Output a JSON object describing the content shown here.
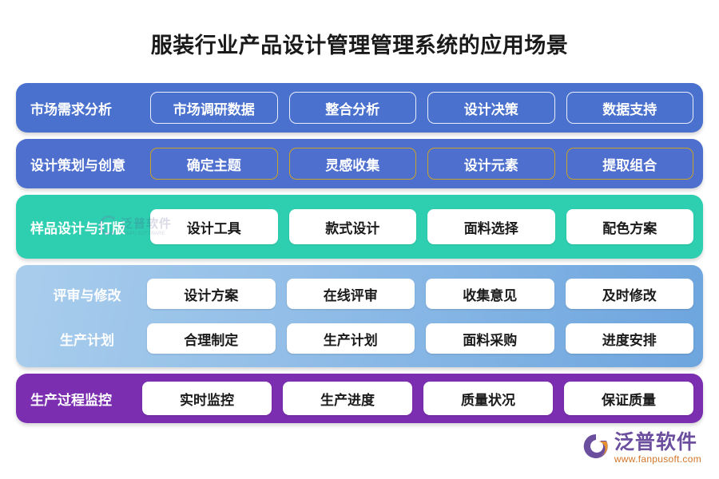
{
  "page": {
    "title": "服装行业产品设计管理管理系统的应用场景",
    "background": "#ffffff"
  },
  "colors": {
    "band1": "#4a71cd",
    "band2": "#4e6fcd",
    "band2_pill_border": "#c9a227",
    "band3": "#2ecfb0",
    "band4_from": "#a9cdec",
    "band4_to": "#6da5de",
    "band5": "#7b2fb0",
    "title_text": "#1a1a1a",
    "pill_text_dark": "#1a1a1a",
    "pill_text_light": "#ffffff",
    "logo_name": "#6b4e9e",
    "logo_url": "#d4762a"
  },
  "bands": [
    {
      "id": "market-demand-analysis",
      "label": "市场需求分析",
      "style": "blue1",
      "rows": [
        {
          "label": "市场需求分析",
          "items": [
            "市场调研数据",
            "整合分析",
            "设计决策",
            "数据支持"
          ]
        }
      ]
    },
    {
      "id": "design-planning-creativity",
      "label": "设计策划与创意",
      "style": "blue2",
      "rows": [
        {
          "label": "设计策划与创意",
          "items": [
            "确定主题",
            "灵感收集",
            "设计元素",
            "提取组合"
          ]
        }
      ]
    },
    {
      "id": "sample-design-patternmaking",
      "label": "样品设计与打版",
      "style": "teal",
      "rows": [
        {
          "label": "样品设计与打版",
          "items": [
            "设计工具",
            "款式设计",
            "面料选择",
            "配色方案"
          ]
        }
      ]
    },
    {
      "id": "review-and-production-plan",
      "label": "",
      "style": "lightblue",
      "rows": [
        {
          "label": "评审与修改",
          "items": [
            "设计方案",
            "在线评审",
            "收集意见",
            "及时修改"
          ]
        },
        {
          "label": "生产计划",
          "items": [
            "合理制定",
            "生产计划",
            "面料采购",
            "进度安排"
          ]
        }
      ]
    },
    {
      "id": "production-process-monitoring",
      "label": "生产过程监控",
      "style": "purple",
      "rows": [
        {
          "label": "生产过程监控",
          "items": [
            "实时监控",
            "生产进度",
            "质量状况",
            "保证质量"
          ]
        }
      ]
    }
  ],
  "bands_flat": {
    "b0": {
      "label": "市场需求分析",
      "i0": "市场调研数据",
      "i1": "整合分析",
      "i2": "设计决策",
      "i3": "数据支持"
    },
    "b1": {
      "label": "设计策划与创意",
      "i0": "确定主题",
      "i1": "灵感收集",
      "i2": "设计元素",
      "i3": "提取组合"
    },
    "b2": {
      "label": "样品设计与打版",
      "i0": "设计工具",
      "i1": "款式设计",
      "i2": "面料选择",
      "i3": "配色方案"
    },
    "b3r0": {
      "label": "评审与修改",
      "i0": "设计方案",
      "i1": "在线评审",
      "i2": "收集意见",
      "i3": "及时修改"
    },
    "b3r1": {
      "label": "生产计划",
      "i0": "合理制定",
      "i1": "生产计划",
      "i2": "面料采购",
      "i3": "进度安排"
    },
    "b4": {
      "label": "生产过程监控",
      "i0": "实时监控",
      "i1": "生产进度",
      "i2": "质量状况",
      "i3": "保证质量"
    }
  },
  "watermark": {
    "text": "泛普软件",
    "sub": "FANPU SOFTWARE"
  },
  "logo": {
    "name": "泛普软件",
    "url": "www.fanpusoft.com"
  }
}
